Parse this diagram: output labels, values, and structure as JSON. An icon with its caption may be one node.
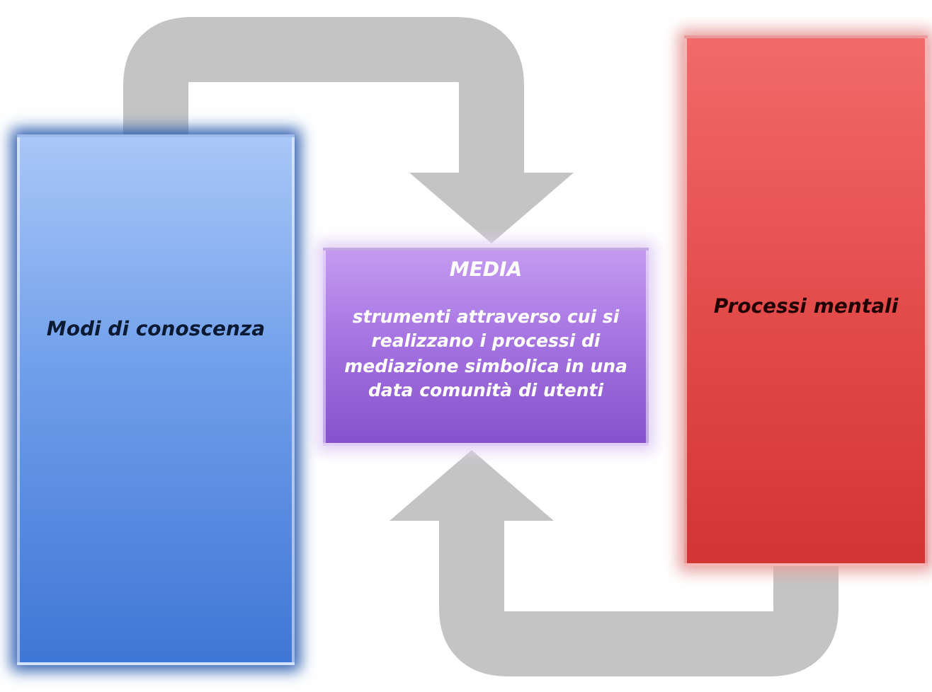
{
  "diagram": {
    "nodes": [
      {
        "text": [
          "Modi di conoscenza"
        ]
      },
      {
        "text": [
          "MEDIA",
          "strumenti attraverso cui si realizzano i processi di mediazione simbolica in una data comunità di utenti"
        ]
      },
      {
        "text": [
          "Processi mentali"
        ]
      }
    ],
    "edges": [
      {
        "from": 0,
        "to": 1,
        "arrow": "to"
      },
      {
        "from": 2,
        "to": 1,
        "arrow": "to"
      }
    ]
  }
}
